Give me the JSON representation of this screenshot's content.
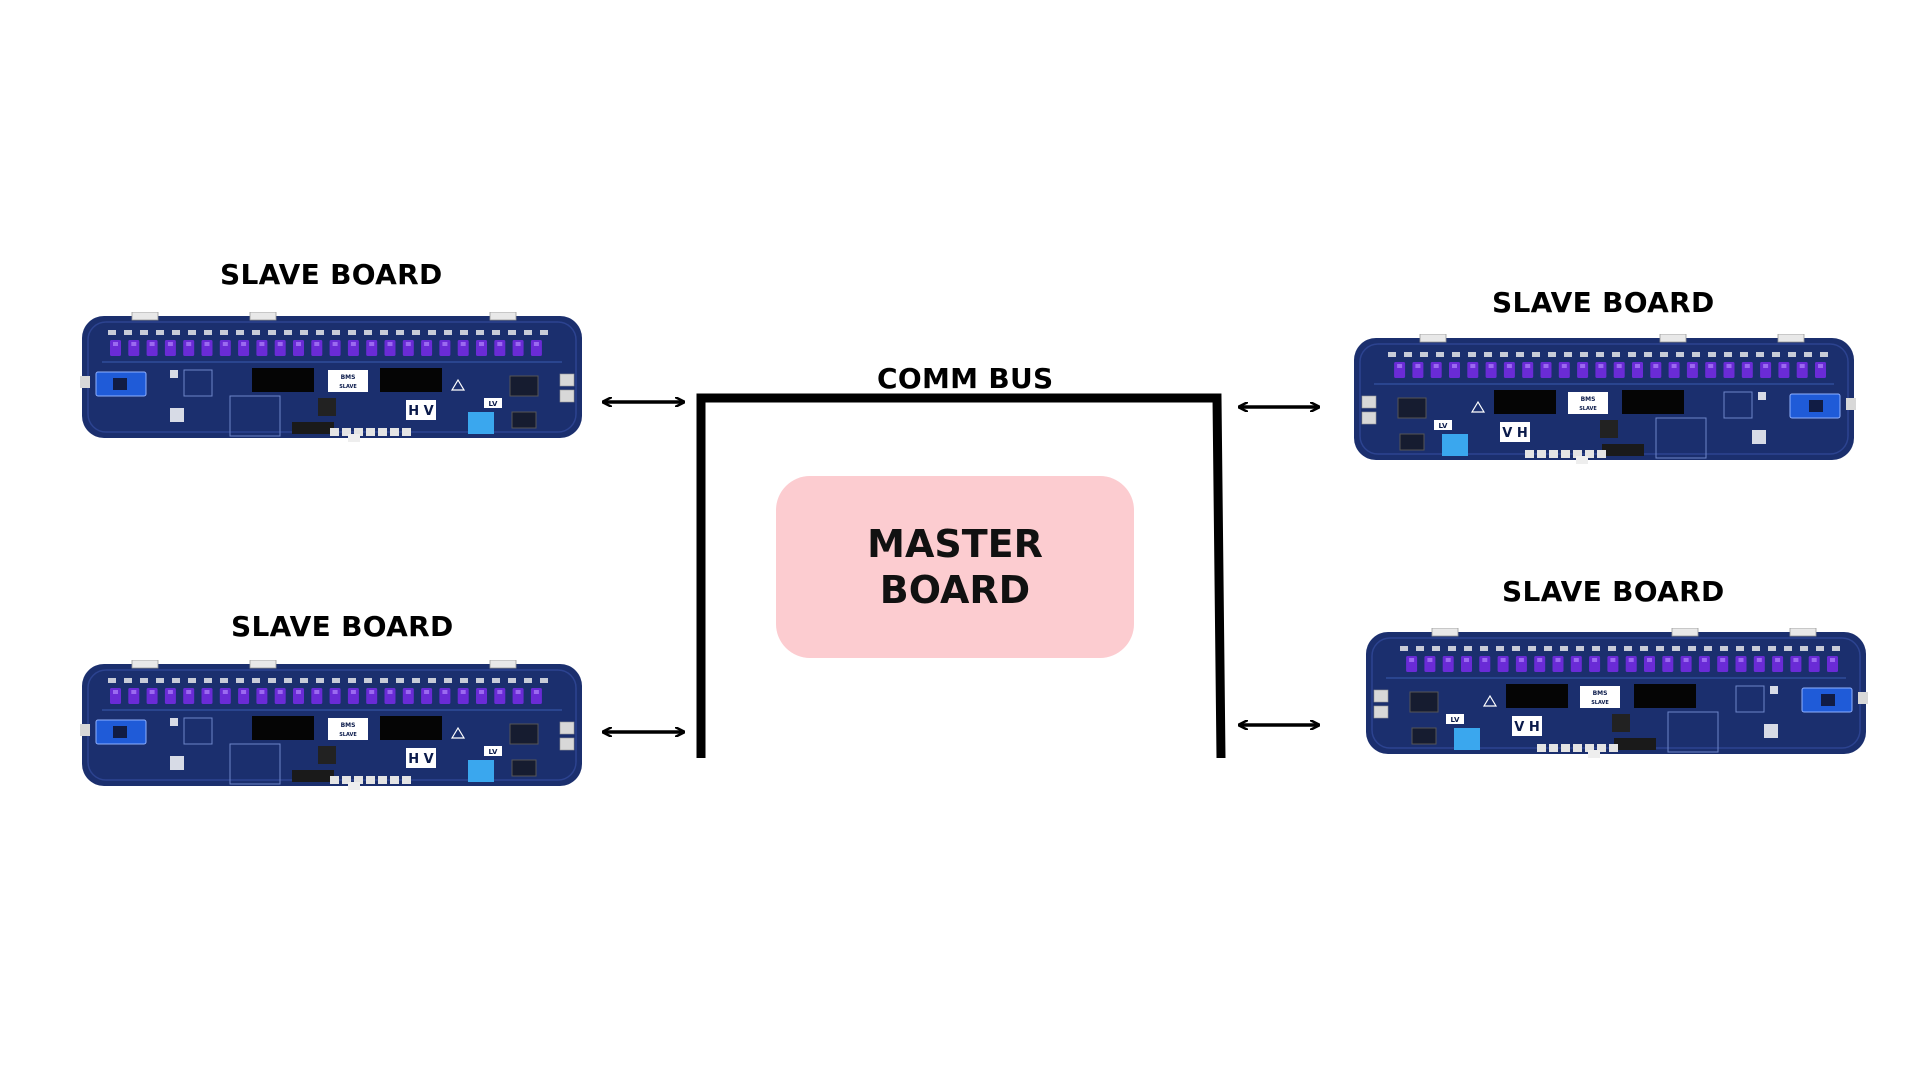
{
  "slaves": [
    {
      "label": "SLAVE BOARD",
      "hv": "H V",
      "lv": "LV",
      "bms": "BMS",
      "slave_tag": "SLAVE"
    },
    {
      "label": "SLAVE BOARD",
      "hv": "H V",
      "lv": "LV",
      "bms": "BMS",
      "slave_tag": "SLAVE"
    },
    {
      "label": "SLAVE BOARD",
      "hv": "V H",
      "lv": "LV",
      "bms": "BMS",
      "slave_tag": "SLAVE"
    },
    {
      "label": "SLAVE BOARD",
      "hv": "V H",
      "lv": "LV",
      "bms": "BMS",
      "slave_tag": "SLAVE"
    }
  ],
  "bus": {
    "label": "COMM BUS"
  },
  "master": {
    "line1": "MASTER",
    "line2": "BOARD"
  },
  "colors": {
    "board": "#1b2f6e",
    "cells": "#6a2bd6",
    "master_fill": "#fcccd0",
    "bus_line": "#000000"
  }
}
